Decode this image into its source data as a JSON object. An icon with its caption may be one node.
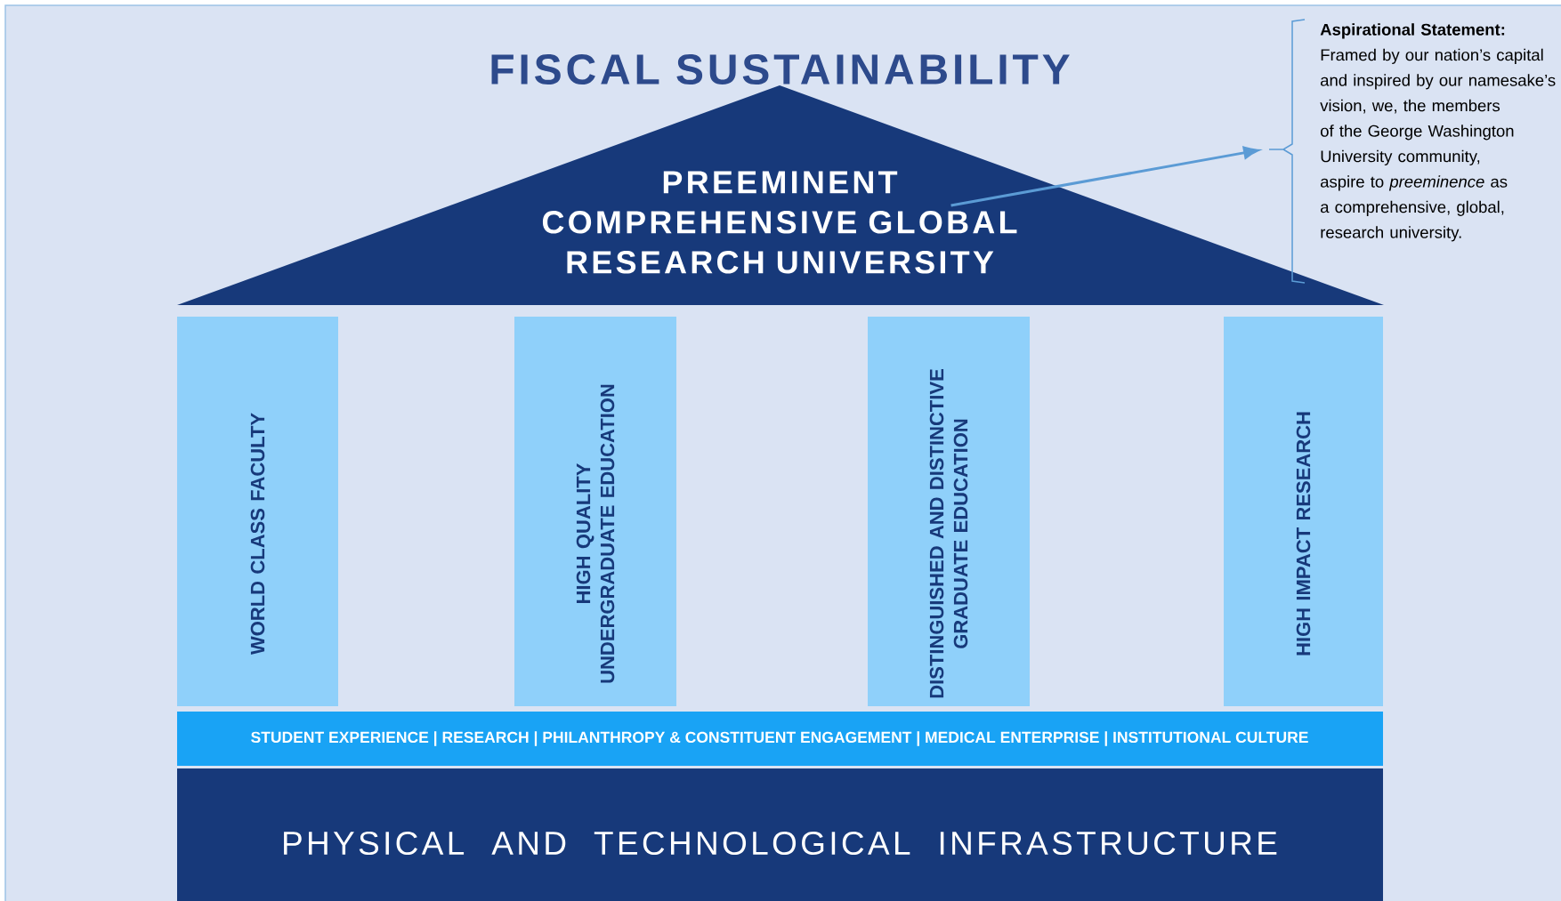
{
  "diagram": {
    "title": "FISCAL SUSTAINABILITY",
    "nodes": [
      {
        "text": [
          "PREEMINENT COMPREHENSIVE GLOBAL RESEARCH UNIVERSITY"
        ]
      },
      {
        "text": [
          "Aspirational Statement:",
          "Framed by our nation’s capital and inspired by our namesake’s vision, we, the members of the George Washington University community, aspire to *preeminence* as a comprehensive, global, research university."
        ]
      },
      {
        "text": [
          "WORLD CLASS FACULTY"
        ]
      },
      {
        "text": [
          "HIGH QUALITY UNDERGRADUATE EDUCATION"
        ]
      },
      {
        "text": [
          "DISTINGUISHED AND DISTINCTIVE GRADUATE EDUCATION"
        ]
      },
      {
        "text": [
          "HIGH IMPACT RESEARCH"
        ]
      },
      {
        "text": [
          "STUDENT EXPERIENCE | RESEARCH | PHILANTHROPY & CONSTITUENT ENGAGEMENT | MEDICAL ENTERPRISE | INSTITUTIONAL CULTURE"
        ]
      },
      {
        "text": [
          "PHYSICAL AND TECHNOLOGICAL INFRASTRUCTURE"
        ]
      }
    ],
    "edges": [
      {
        "from": 0,
        "to": 1,
        "arrow": "to"
      }
    ]
  }
}
